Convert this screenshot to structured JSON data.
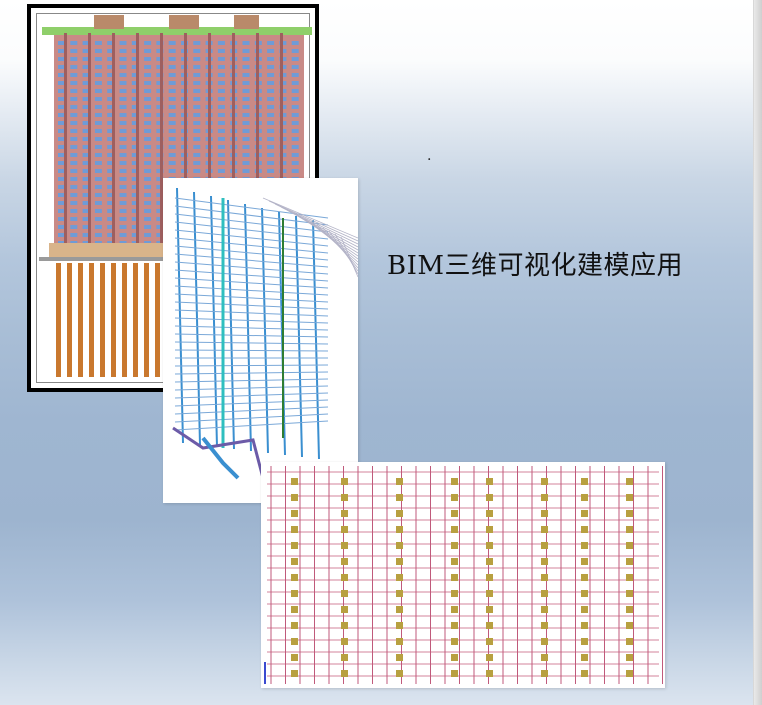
{
  "slide": {
    "title": "BIM三维可视化建模应用",
    "dot": "."
  },
  "images": [
    {
      "name": "building-facade-model",
      "frame_color": "#000000",
      "facade_color": "#c98a86",
      "window_color": "#6f9bd6",
      "roof_color": "#8fcf6a",
      "pile_color": "#c9782e"
    },
    {
      "name": "pipe-system-model",
      "pipe_color": "#3a8fd0",
      "accent_color": "#2fbfbf"
    },
    {
      "name": "mep-grid-model",
      "line_color": "#b0305a",
      "equipment_color": "#b8a040"
    }
  ]
}
